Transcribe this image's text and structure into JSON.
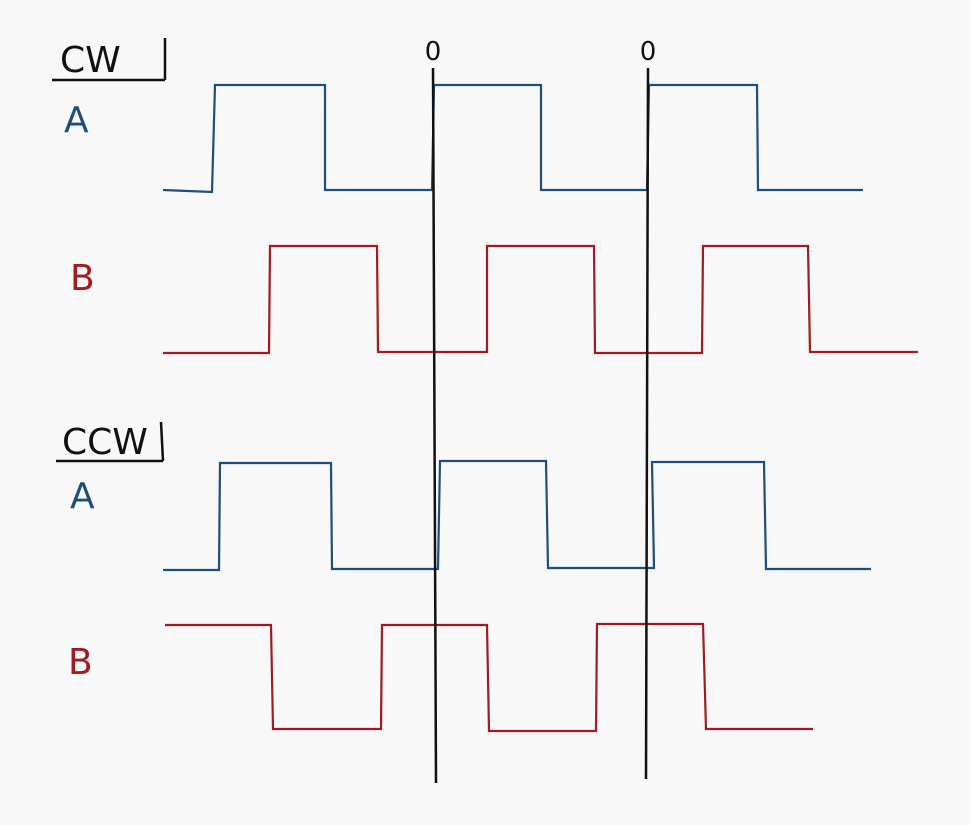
{
  "colors": {
    "background": "#f8f8f8",
    "channel_a": "#1f4e7a",
    "channel_b": "#a01c22",
    "marker": "#111111",
    "label": "#111111"
  },
  "index_markers": [
    "0",
    "0"
  ],
  "sections": [
    {
      "direction": "CW",
      "channels": [
        {
          "name": "A",
          "color_key": "channel_a"
        },
        {
          "name": "B",
          "color_key": "channel_b"
        }
      ]
    },
    {
      "direction": "CCW",
      "channels": [
        {
          "name": "A",
          "color_key": "channel_a"
        },
        {
          "name": "B",
          "color_key": "channel_b"
        }
      ]
    }
  ]
}
